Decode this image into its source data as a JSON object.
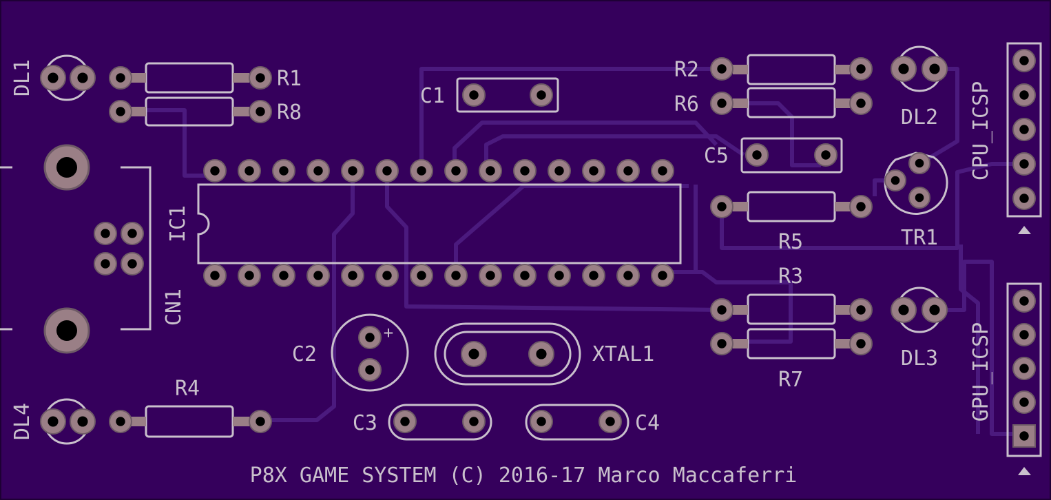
{
  "colors": {
    "board": "#35005c",
    "edge": "#1e0035",
    "trace": "#4b1a7e",
    "silk": "#c9c0cc",
    "pad": "#9a7f86",
    "pad_ring": "#6e5a66",
    "hole": "#000000"
  },
  "labels": {
    "dl1": "DL1",
    "dl2": "DL2",
    "dl3": "DL3",
    "dl4": "DL4",
    "r1": "R1",
    "r2": "R2",
    "r3": "R3",
    "r4": "R4",
    "r5": "R5",
    "r6": "R6",
    "r7": "R7",
    "r8": "R8",
    "c1": "C1",
    "c2": "C2",
    "c3": "C3",
    "c4": "C4",
    "c5": "C5",
    "ic1": "IC1",
    "cn1": "CN1",
    "tr1": "TR1",
    "xtal1": "XTAL1",
    "cpu_icsp": "CPU_ICSP",
    "gpu_icsp": "GPU_ICSP",
    "polarity_plus": "+",
    "footer": "P8X GAME SYSTEM (C) 2016-17 Marco Maccaferri"
  }
}
